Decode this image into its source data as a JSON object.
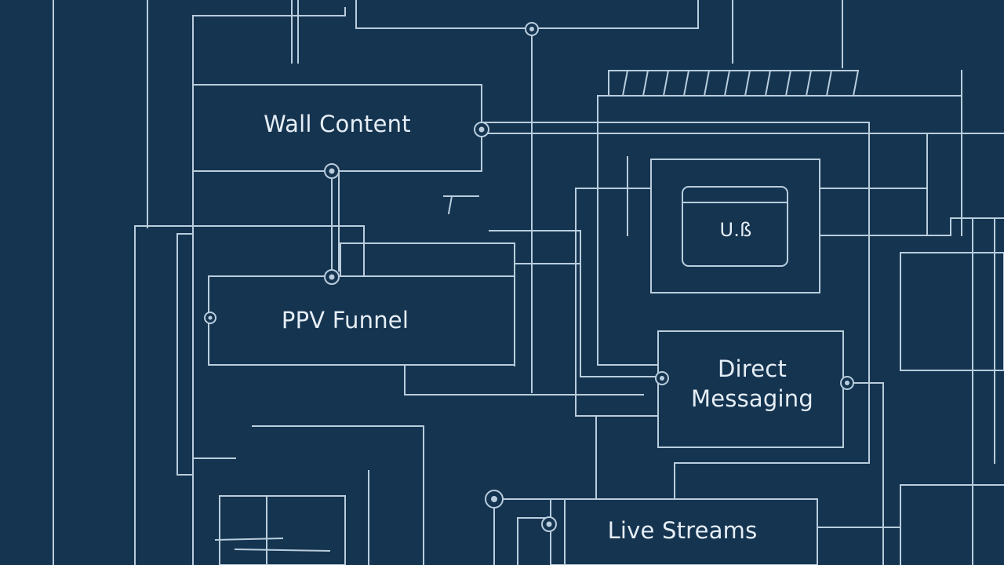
{
  "diagram": {
    "colors": {
      "background": "#153450",
      "line": "#b9cddd",
      "text": "#e6eef6"
    },
    "nodes": {
      "wall_content": {
        "label": "Wall Content"
      },
      "ppv_funnel": {
        "label": "PPV Funnel"
      },
      "ui_window": {
        "label": "U.ß"
      },
      "direct_messaging": {
        "label_line1": "Direct",
        "label_line2": "Messaging"
      },
      "live_streams": {
        "label": "Live Streams"
      }
    }
  }
}
